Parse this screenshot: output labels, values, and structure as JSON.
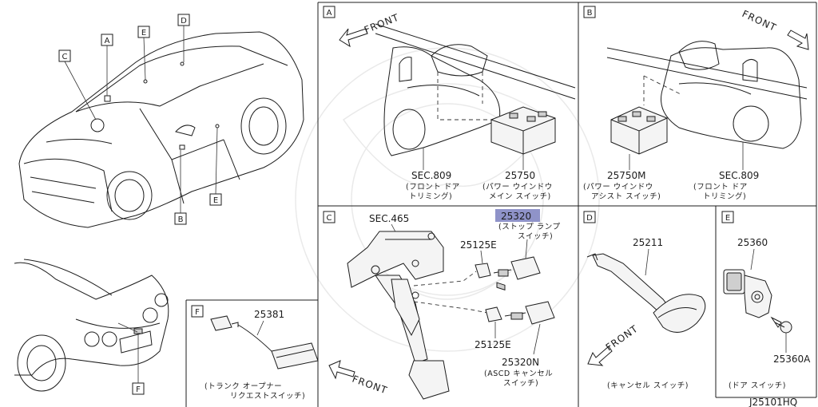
{
  "diagram_id": "J25101HQ",
  "panels": {
    "A": {
      "tag": "A",
      "front": "FRONT",
      "parts": [
        {
          "no": "SEC.809",
          "desc1": "(フロント ドア",
          "desc2": "トリミング)"
        },
        {
          "no": "25750",
          "desc1": "(パワー ウインドウ",
          "desc2": "メイン スイッチ)"
        }
      ]
    },
    "B": {
      "tag": "B",
      "front": "FRONT",
      "parts": [
        {
          "no": "25750M",
          "desc1": "(パワー ウインドウ",
          "desc2": "アシスト スイッチ)"
        },
        {
          "no": "SEC.809",
          "desc1": "(フロント ドア",
          "desc2": "トリミング)"
        }
      ]
    },
    "C": {
      "tag": "C",
      "front": "FRONT",
      "sec": "SEC.465",
      "highlight_part": {
        "no": "25320",
        "desc1": "(ストップ ランプ",
        "desc2": "スイッチ)"
      },
      "clip_top": "25125E",
      "clip_bottom": "25125E",
      "asc_part": {
        "no": "25320N",
        "desc1": "(ASCD キャンセル",
        "desc2": "スイッチ)"
      }
    },
    "D": {
      "tag": "D",
      "front": "FRONT",
      "part": "25211",
      "desc": "(キャンセル スイッチ)"
    },
    "E": {
      "tag": "E",
      "part_top": "25360",
      "part_bottom": "25360A",
      "desc": "(ドア スイッチ)"
    },
    "F": {
      "tag": "F",
      "part": "25381",
      "desc1": "(トランク オープナー",
      "desc2": "リクエストスイッチ)"
    }
  },
  "car_tags": [
    "A",
    "B",
    "C",
    "D",
    "E",
    "E"
  ],
  "rear_tag": "F",
  "colors": {
    "highlight": "#8f93c9",
    "line": "#1c1c1c",
    "background": "#ffffff"
  }
}
